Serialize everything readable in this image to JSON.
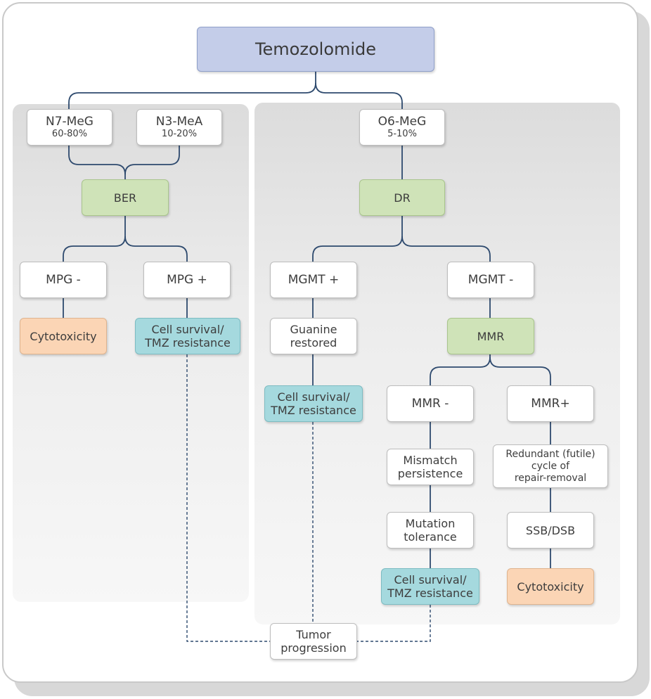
{
  "title": "Temozolomide",
  "left": {
    "n7": {
      "name": "N7-MeG",
      "percent": "60-80%"
    },
    "n3": {
      "name": "N3-MeA",
      "percent": "10-20%"
    },
    "ber": "BER",
    "mpg_neg": "MPG -",
    "mpg_pos": "MPG +",
    "cytotoxicity": "Cytotoxicity",
    "survival": {
      "line1": "Cell survival/",
      "line2": "TMZ resistance"
    }
  },
  "right": {
    "o6": {
      "name": "O6-MeG",
      "percent": "5-10%"
    },
    "dr": "DR",
    "mgmt_pos": "MGMT +",
    "mgmt_neg": "MGMT -",
    "guanine": {
      "line1": "Guanine",
      "line2": "restored"
    },
    "survival_mgmt": {
      "line1": "Cell survival/",
      "line2": "TMZ resistance"
    },
    "mmr": "MMR",
    "mmr_neg": "MMR -",
    "mmr_pos": "MMR+",
    "mismatch": {
      "line1": "Mismatch",
      "line2": "persistence"
    },
    "futile": {
      "line1": "Redundant (futile)",
      "line2": "cycle of",
      "line3": "repair-removal"
    },
    "mutation": {
      "line1": "Mutation",
      "line2": "tolerance"
    },
    "ssb": "SSB/DSB",
    "survival_mmr": {
      "line1": "Cell survival/",
      "line2": "TMZ resistance"
    },
    "cytotoxicity": "Cytotoxicity"
  },
  "tumor": {
    "line1": "Tumor",
    "line2": "progression"
  },
  "colors": {
    "title_fill": "#c4cde9",
    "green_fill": "#cfe3b8",
    "teal_fill": "#a5d9de",
    "peach_fill": "#fbd5b5",
    "connector": "#2e4a6e"
  }
}
